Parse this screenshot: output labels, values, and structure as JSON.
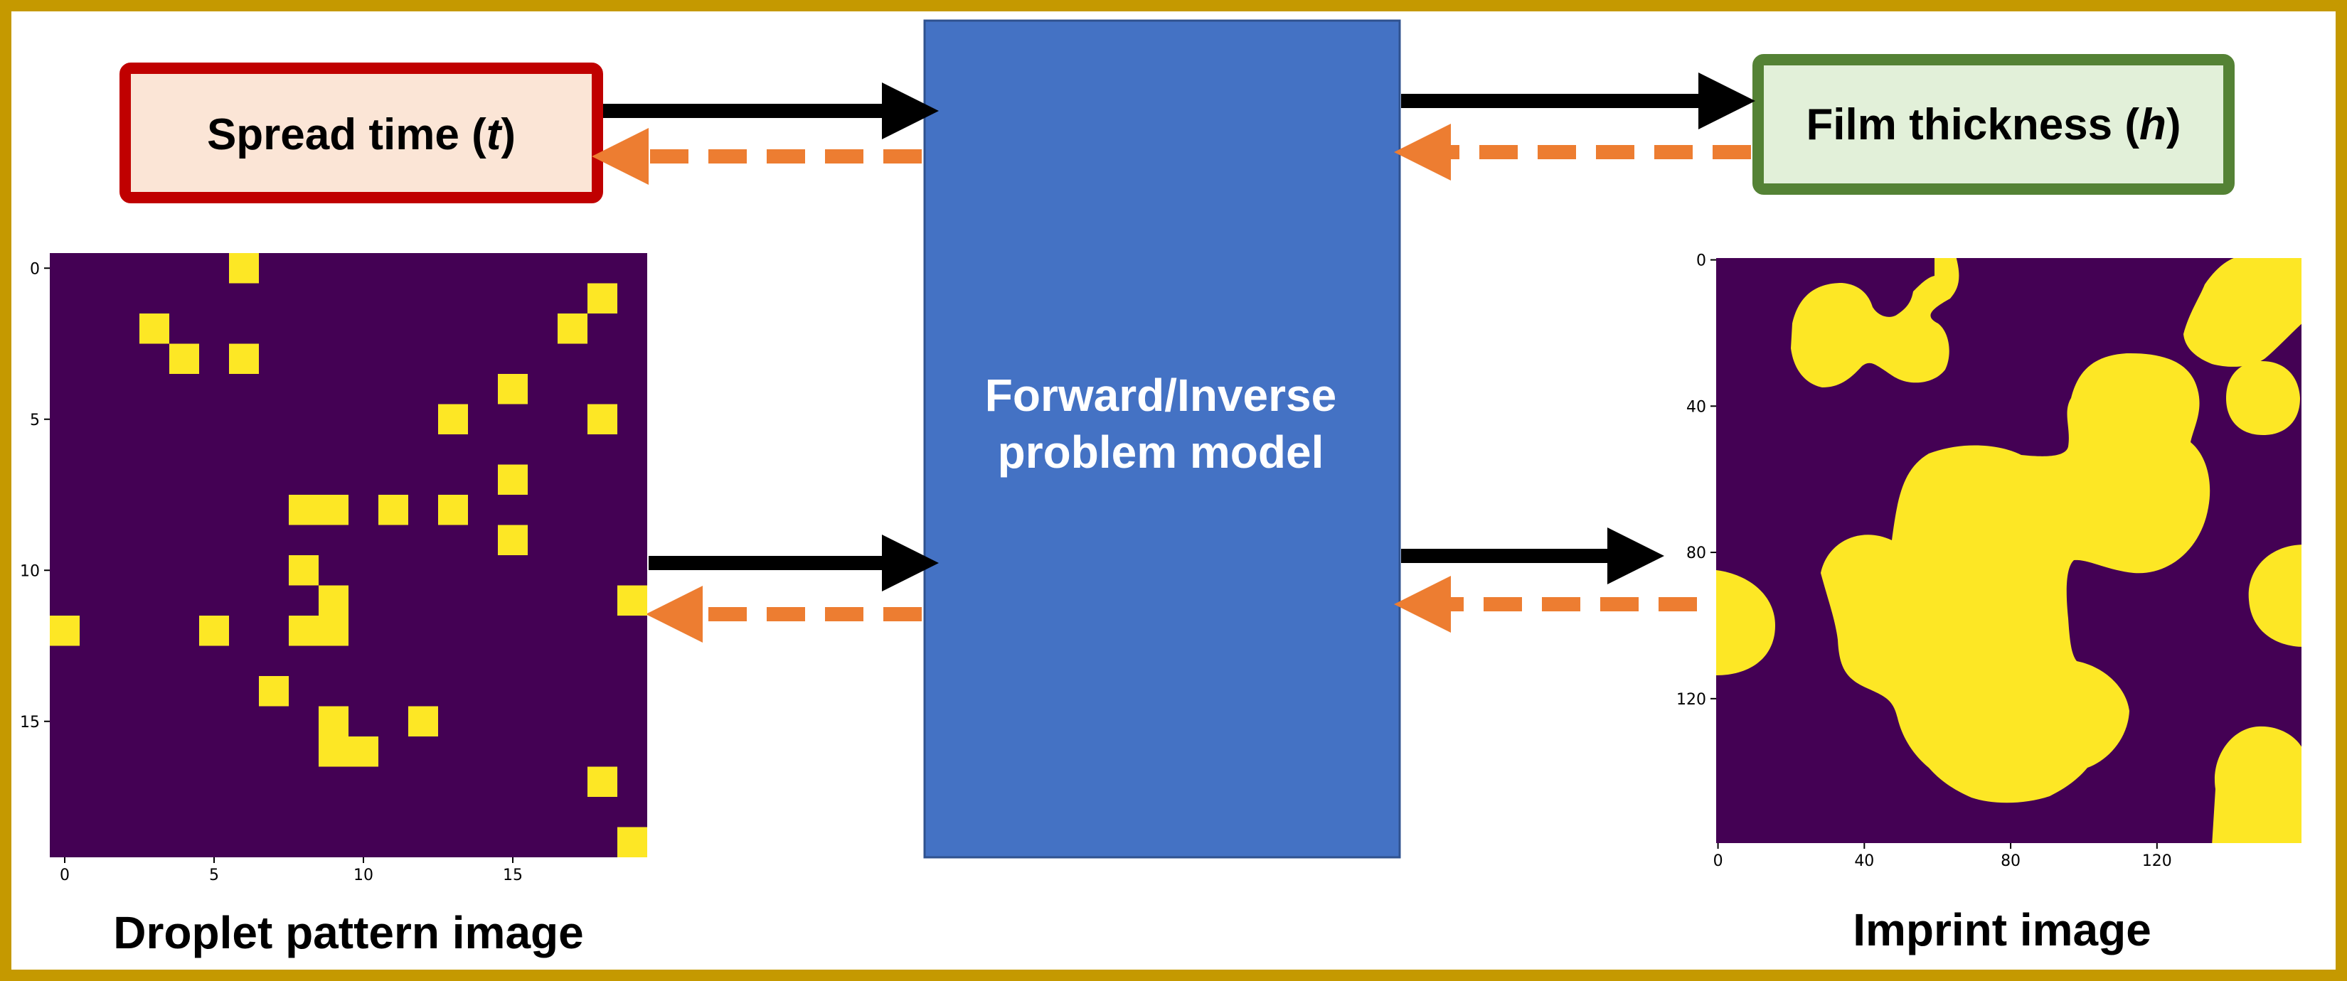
{
  "colors": {
    "frame": "#C59900",
    "model_fill": "#4472C4",
    "model_stroke": "#2F528F",
    "input_box_stroke": "#C00000",
    "input_box_fill": "#FBE5D6",
    "output_box_stroke": "#548235",
    "output_box_fill": "#E2F0D9",
    "forward_arrow": "#000000",
    "inverse_arrow": "#ED7D31",
    "pixel_off": "#440154",
    "pixel_on": "#FDE725"
  },
  "spread_time": {
    "prefix": "Spread time (",
    "symbol": "t",
    "suffix": ")"
  },
  "film_thickness": {
    "prefix": "Film thickness (",
    "symbol": "h",
    "suffix": ")"
  },
  "model": {
    "line1": "Forward/Inverse",
    "line2": "problem model"
  },
  "droplet_caption": "Droplet pattern image",
  "imprint_caption": "Imprint image",
  "droplet_axes": {
    "grid_size": 20,
    "x_ticks": [
      "0",
      "5",
      "10",
      "15"
    ],
    "y_ticks": [
      "0",
      "5",
      "10",
      "15"
    ],
    "on_cells": [
      [
        6,
        0
      ],
      [
        18,
        1
      ],
      [
        3,
        2
      ],
      [
        17,
        2
      ],
      [
        4,
        3
      ],
      [
        6,
        3
      ],
      [
        15,
        4
      ],
      [
        13,
        5
      ],
      [
        18,
        5
      ],
      [
        15,
        7
      ],
      [
        8,
        8
      ],
      [
        9,
        8
      ],
      [
        11,
        8
      ],
      [
        13,
        8
      ],
      [
        15,
        9
      ],
      [
        8,
        10
      ],
      [
        9,
        11
      ],
      [
        19,
        11
      ],
      [
        0,
        12
      ],
      [
        5,
        12
      ],
      [
        8,
        12
      ],
      [
        9,
        12
      ],
      [
        7,
        14
      ],
      [
        9,
        15
      ],
      [
        12,
        15
      ],
      [
        9,
        16
      ],
      [
        10,
        16
      ],
      [
        18,
        17
      ],
      [
        19,
        19
      ]
    ]
  },
  "imprint_axes": {
    "size": 160,
    "x_ticks": [
      "0",
      "40",
      "80",
      "120"
    ],
    "y_ticks": [
      "0",
      "40",
      "80",
      "120"
    ]
  }
}
